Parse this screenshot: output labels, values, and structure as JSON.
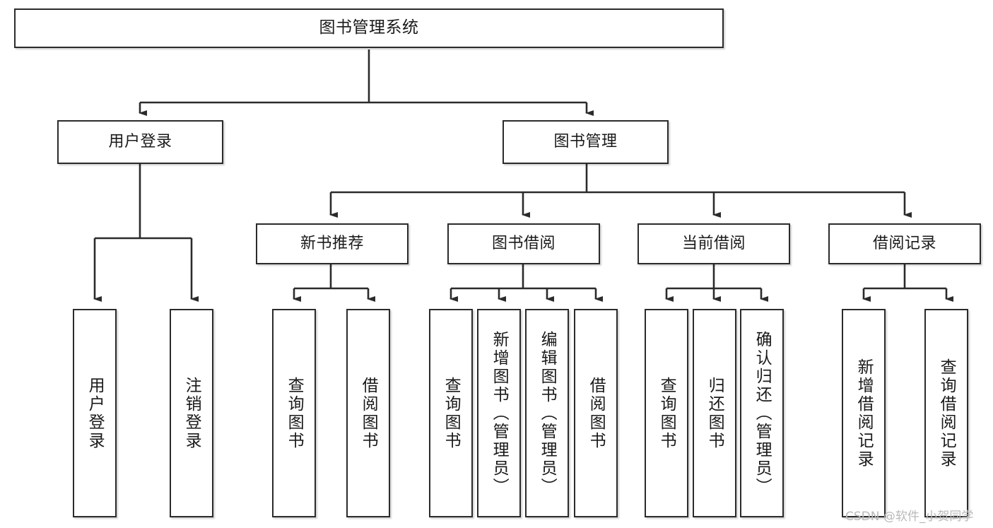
{
  "diagram": {
    "type": "tree",
    "title": "图书管理系统",
    "root": {
      "label": "图书管理系统"
    },
    "level2": [
      {
        "label": "用户登录"
      },
      {
        "label": "图书管理"
      }
    ],
    "level3": [
      {
        "label": "新书推荐"
      },
      {
        "label": "图书借阅"
      },
      {
        "label": "当前借阅"
      },
      {
        "label": "借阅记录"
      }
    ],
    "leaves": {
      "user_login": [
        {
          "label": "用户登录"
        },
        {
          "label": "注销登录"
        }
      ],
      "new_book_recommend": [
        {
          "label": "查询图书"
        },
        {
          "label": "借阅图书"
        }
      ],
      "book_borrow": [
        {
          "label": "查询图书"
        },
        {
          "label": "新增图书（管理员）"
        },
        {
          "label": "编辑图书（管理员）"
        },
        {
          "label": "借阅图书"
        }
      ],
      "current_borrow": [
        {
          "label": "查询图书"
        },
        {
          "label": "归还图书"
        },
        {
          "label": "确认归还（管理员）"
        }
      ],
      "borrow_record": [
        {
          "label": "新增借阅记录"
        },
        {
          "label": "查询借阅记录"
        }
      ]
    }
  },
  "watermark": {
    "text": "CSDN @软件_小贺同学"
  },
  "colors": {
    "stroke": "#2b2b2b",
    "box_fill": "#ffffff",
    "text": "#1a1a1a",
    "watermark": "#b9b9b9",
    "background": "#ffffff"
  }
}
